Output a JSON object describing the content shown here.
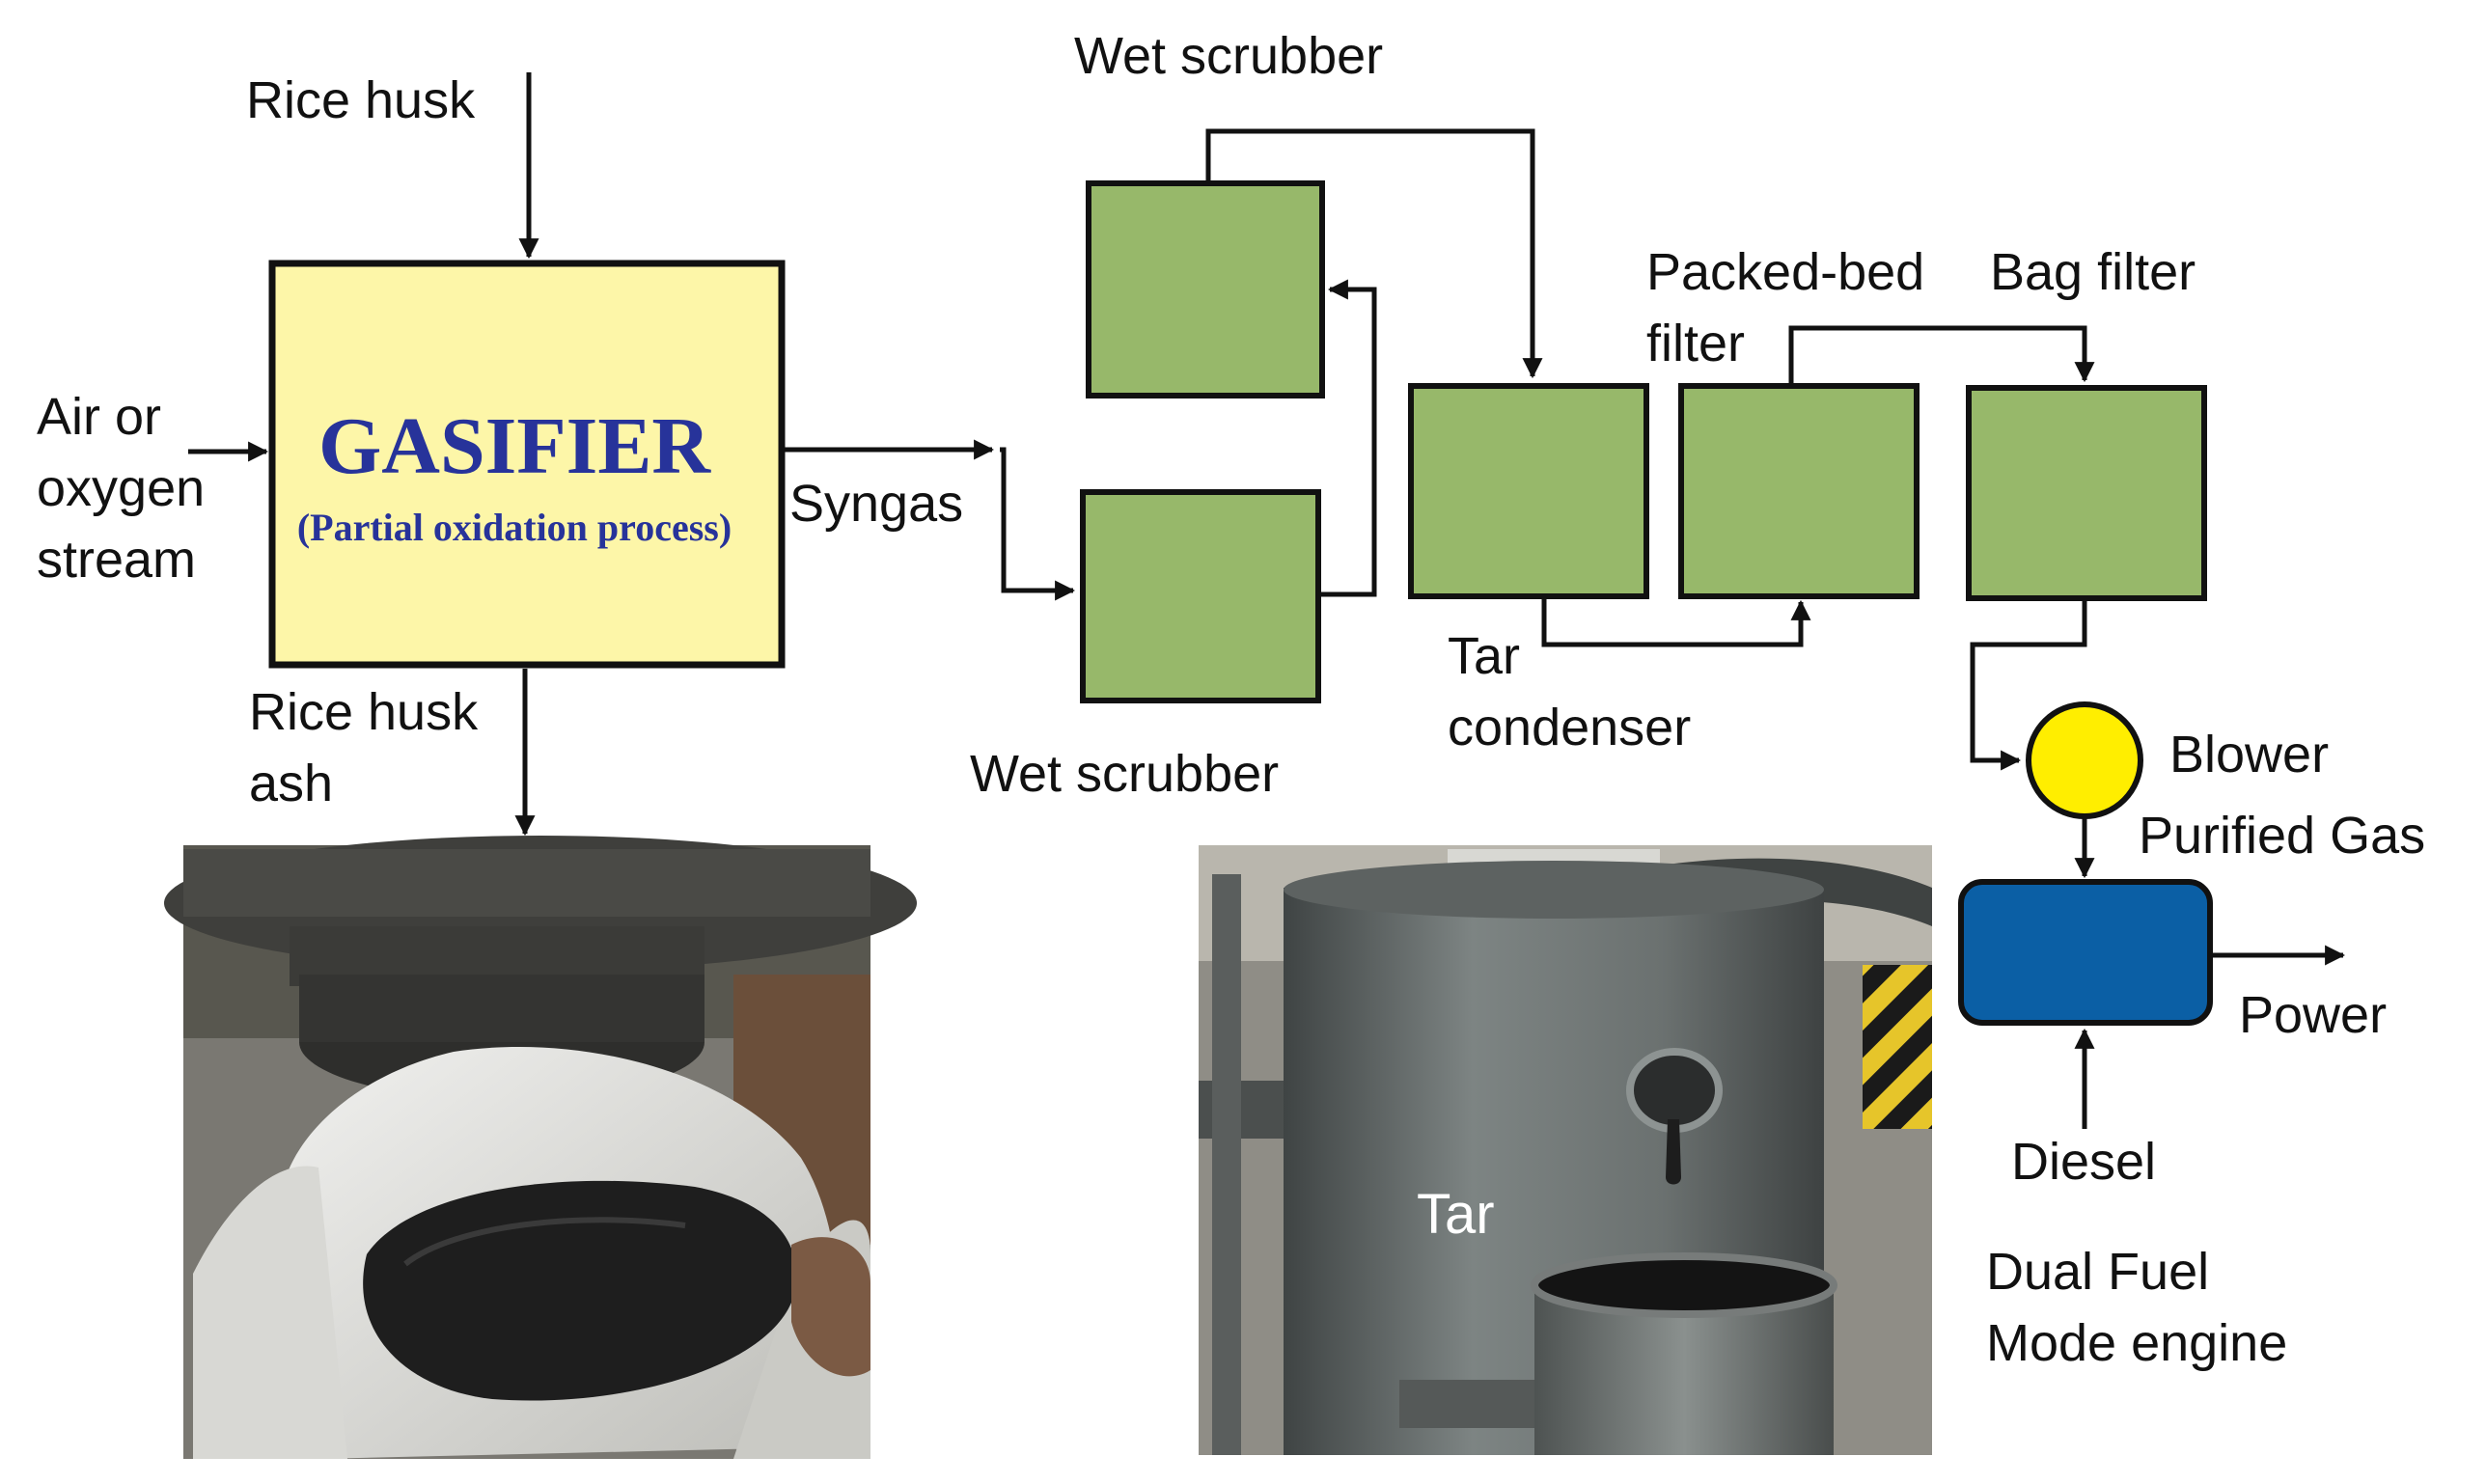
{
  "colors": {
    "gasifier_fill": "#fdf6a8",
    "unit_fill": "#97b86a",
    "blower_fill": "#ffee00",
    "engine_fill": "#0b5fa5",
    "title_blue": "#27339a",
    "line": "#111111"
  },
  "inputs": {
    "rice_husk": "Rice husk",
    "air_line1": "Air or",
    "air_line2": "oxygen",
    "air_line3": "stream"
  },
  "gasifier": {
    "title": "GASIFIER",
    "subtitle": "(Partial oxidation process)"
  },
  "outputs": {
    "ash_line1": "Rice husk",
    "ash_line2": "ash",
    "syngas": "Syngas",
    "power": "Power",
    "diesel": "Diesel",
    "purified_gas": "Purified Gas"
  },
  "units": {
    "wet_scrubber_top": "Wet scrubber",
    "wet_scrubber_bottom": "Wet scrubber",
    "tar_condenser_line1": "Tar",
    "tar_condenser_line2": "condenser",
    "packed_bed_line1": "Packed-bed",
    "packed_bed_line2": "filter",
    "bag_filter": "Bag filter",
    "blower": "Blower",
    "engine_line1": "Dual Fuel",
    "engine_line2": "Mode engine"
  },
  "photos": {
    "tar_label": "Tar"
  }
}
